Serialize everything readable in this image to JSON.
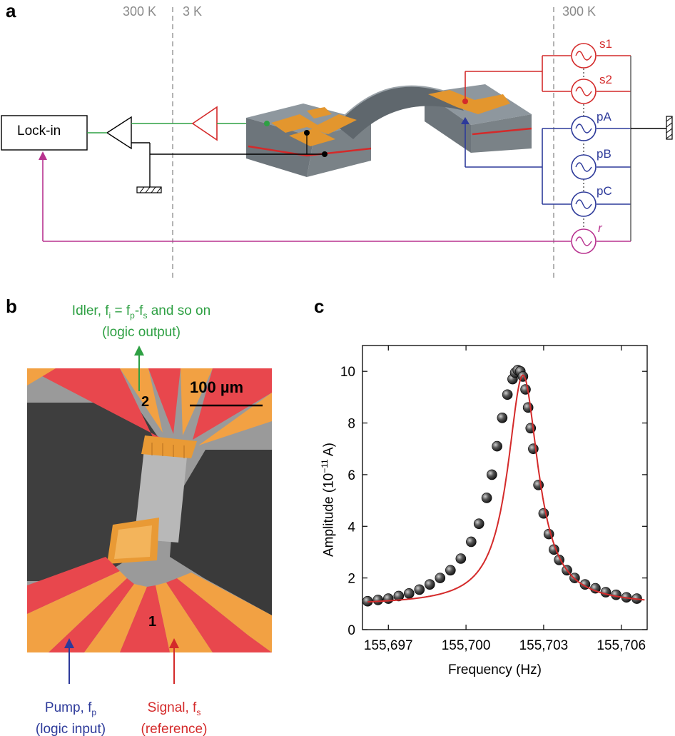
{
  "panel_a": {
    "label": "a",
    "temps": {
      "left_warm": "300 K",
      "cold": "3 K",
      "right_warm": "300 K"
    },
    "lockin": "Lock-in",
    "generators": [
      {
        "name": "s1",
        "color": "#d42a2a"
      },
      {
        "name": "s2",
        "color": "#d42a2a"
      },
      {
        "name": "pA",
        "color": "#2d3a9a"
      },
      {
        "name": "pB",
        "color": "#2d3a9a"
      },
      {
        "name": "pC",
        "color": "#2d3a9a"
      },
      {
        "name": "r",
        "color": "#b8328f"
      }
    ]
  },
  "panel_b": {
    "label": "b",
    "idler_line1_a": "Idler, f",
    "idler_line1_sub": "i",
    "idler_line1_b": " = f",
    "idler_line1_sub2": "p",
    "idler_line1_c": "-f",
    "idler_line1_sub3": "s",
    "idler_line1_d": " and so on",
    "idler_line2": "(logic output)",
    "port_2": "2",
    "port_1": "1",
    "scale_bar": "100 µm",
    "pump_line1_a": "Pump, f",
    "pump_line1_sub": "p",
    "pump_line2": "(logic input)",
    "signal_line1_a": "Signal, f",
    "signal_line1_sub": "s",
    "signal_line2": "(reference)"
  },
  "panel_c": {
    "label": "c"
  },
  "chart_data": {
    "type": "scatter",
    "xlabel": "Frequency (Hz)",
    "ylabel_main": "Amplitude (10",
    "ylabel_sup": "−11",
    "ylabel_end": " A)",
    "xlim": [
      155696,
      155707
    ],
    "ylim": [
      0,
      11
    ],
    "xticks": [
      155697,
      155700,
      155703,
      155706
    ],
    "xtick_labels": [
      "155,697",
      "155,700",
      "155,703",
      "155,706"
    ],
    "yticks": [
      0,
      2,
      4,
      6,
      8,
      10
    ],
    "ytick_labels": [
      "0",
      "2",
      "4",
      "6",
      "8",
      "10"
    ],
    "series": [
      {
        "kind": "points",
        "color": "#1a1a1a",
        "x": [
          155696.2,
          155696.6,
          155697.0,
          155697.4,
          155697.8,
          155698.2,
          155698.6,
          155699.0,
          155699.4,
          155699.8,
          155700.2,
          155700.5,
          155700.8,
          155701.0,
          155701.2,
          155701.4,
          155701.6,
          155701.8,
          155701.9,
          155702.0,
          155702.1,
          155702.2,
          155702.3,
          155702.4,
          155702.5,
          155702.6,
          155702.8,
          155703.0,
          155703.2,
          155703.4,
          155703.6,
          155703.9,
          155704.2,
          155704.6,
          155705.0,
          155705.4,
          155705.8,
          155706.2,
          155706.6
        ],
        "y": [
          1.1,
          1.15,
          1.2,
          1.3,
          1.4,
          1.55,
          1.75,
          2.0,
          2.3,
          2.75,
          3.4,
          4.1,
          5.1,
          6.0,
          7.1,
          8.2,
          9.1,
          9.7,
          9.95,
          10.05,
          10.0,
          9.8,
          9.3,
          8.6,
          7.8,
          7.0,
          5.6,
          4.5,
          3.7,
          3.1,
          2.7,
          2.3,
          2.0,
          1.75,
          1.6,
          1.45,
          1.35,
          1.25,
          1.2
        ]
      },
      {
        "kind": "fit",
        "color": "#d42a2a",
        "center": 155702.2,
        "hwhm": 0.72,
        "peak": 9.85,
        "offset": 0.95
      }
    ]
  }
}
